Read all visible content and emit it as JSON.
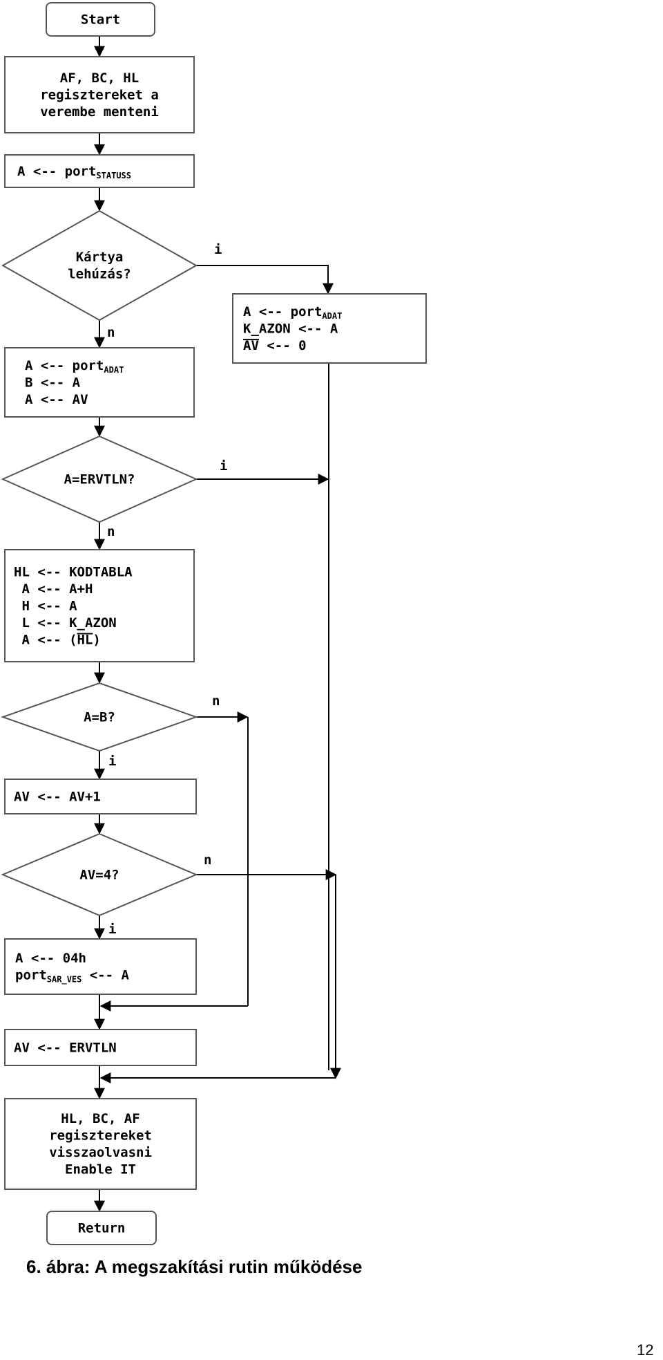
{
  "diagram": {
    "nodes": {
      "start": {
        "lines": [
          [
            "Start"
          ]
        ]
      },
      "save": {
        "lines": [
          [
            "AF, BC, HL"
          ],
          [
            "regisztereket a"
          ],
          [
            "verembe menteni"
          ]
        ]
      },
      "read_status": {
        "lines": [
          [
            "A <-- port",
            {
              "sub": "STATUSS"
            }
          ]
        ]
      },
      "card_pull": {
        "lines": [
          [
            "Kártya"
          ],
          [
            "lehúzás?"
          ]
        ]
      },
      "pull_yes": {
        "lines": [
          [
            "A <-- port",
            {
              "sub": "ADAT"
            }
          ],
          [
            "K_AZON <-- A"
          ],
          [
            {
              "over": "AV"
            },
            " <-- 0"
          ]
        ]
      },
      "read_data": {
        "lines": [
          [
            "A <-- port",
            {
              "sub": "ADAT"
            }
          ],
          [
            "B <-- A"
          ],
          [
            "A <-- AV"
          ]
        ]
      },
      "invalid_check": {
        "lines": [
          [
            "A=ERVTLN?"
          ]
        ]
      },
      "lookup": {
        "lines": [
          [
            "HL <-- KODTABLA"
          ],
          [
            " A <-- A+H"
          ],
          [
            " H <-- A"
          ],
          [
            " L <-- K_AZON"
          ],
          [
            " A <-- (",
            {
              "over": "HL"
            },
            ")"
          ]
        ]
      },
      "compare": {
        "lines": [
          [
            "A=B?"
          ]
        ]
      },
      "increment": {
        "lines": [
          [
            "AV <-- AV+1"
          ]
        ]
      },
      "count_check": {
        "lines": [
          [
            "AV=4?"
          ]
        ]
      },
      "lock": {
        "lines": [
          [
            "A <-- 04h"
          ],
          [
            "port",
            {
              "sub": "SAR_VES"
            },
            " <-- A"
          ]
        ]
      },
      "reset": {
        "lines": [
          [
            "AV <-- ERVTLN"
          ]
        ]
      },
      "restore": {
        "lines": [
          [
            "HL, BC, AF"
          ],
          [
            "regisztereket"
          ],
          [
            "visszaolvasni"
          ],
          [
            "Enable IT"
          ]
        ]
      },
      "return": {
        "lines": [
          [
            "Return"
          ]
        ]
      }
    },
    "edge_labels": {
      "card_pull_yes": "i",
      "card_pull_no": "n",
      "invalid_yes": "i",
      "invalid_no": "n",
      "compare_no": "n",
      "compare_yes": "i",
      "count_no": "n",
      "count_yes": "i"
    }
  },
  "caption": "6. ábra: A megszakítási rutin működése",
  "page_number": "12"
}
